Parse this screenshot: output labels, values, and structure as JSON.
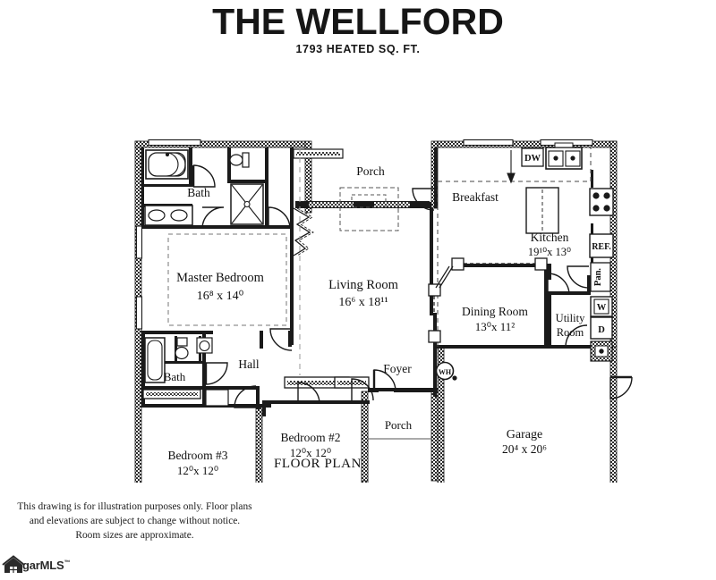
{
  "header": {
    "title": "THE WELLFORD",
    "subtitle": "1793 HEATED SQ. FT."
  },
  "plan": {
    "caption": "FLOOR PLAN",
    "rooms": [
      {
        "id": "bath-master",
        "name": "Bath",
        "dims": ""
      },
      {
        "id": "master-bedroom",
        "name": "Master Bedroom",
        "dims": "168 x 140",
        "dim_a_whole": "16",
        "dim_a_sup": "8",
        "dim_b_whole": "14",
        "dim_b_sup": "0"
      },
      {
        "id": "porch-rear",
        "name": "Porch",
        "dims": ""
      },
      {
        "id": "breakfast",
        "name": "Breakfast",
        "dims": ""
      },
      {
        "id": "kitchen",
        "name": "Kitchen",
        "dims": "1910 x 130",
        "dim_a_whole": "19",
        "dim_a_sup": "10",
        "dim_b_whole": "13",
        "dim_b_sup": "0"
      },
      {
        "id": "living-room",
        "name": "Living Room",
        "dims": "166 x 1811",
        "dim_a_whole": "16",
        "dim_a_sup": "6",
        "dim_b_whole": "18",
        "dim_b_sup": "11"
      },
      {
        "id": "dining-room",
        "name": "Dining Room",
        "dims": "130 x 112",
        "dim_a_whole": "13",
        "dim_a_sup": "0",
        "dim_b_whole": "11",
        "dim_b_sup": "2"
      },
      {
        "id": "utility-room",
        "name": "Utility Room",
        "dims": ""
      },
      {
        "id": "bath-hall",
        "name": "Bath",
        "dims": ""
      },
      {
        "id": "hall",
        "name": "Hall",
        "dims": ""
      },
      {
        "id": "foyer",
        "name": "Foyer",
        "dims": ""
      },
      {
        "id": "porch-front",
        "name": "Porch",
        "dims": ""
      },
      {
        "id": "bedroom-3",
        "name": "Bedroom #3",
        "dims": "120 x 120",
        "dim_a_whole": "12",
        "dim_a_sup": "0",
        "dim_b_whole": "12",
        "dim_b_sup": "0"
      },
      {
        "id": "bedroom-2",
        "name": "Bedroom #2",
        "dims": "120 x 120",
        "dim_a_whole": "12",
        "dim_a_sup": "0",
        "dim_b_whole": "12",
        "dim_b_sup": "0"
      },
      {
        "id": "garage",
        "name": "Garage",
        "dims": "204 x 206",
        "dim_a_whole": "20",
        "dim_a_sup": "4",
        "dim_b_whole": "20",
        "dim_b_sup": "6"
      }
    ],
    "labels": {
      "bath_master": "Bath",
      "master_bedroom": "Master Bedroom",
      "porch_rear": "Porch",
      "breakfast": "Breakfast",
      "kitchen": "Kitchen",
      "living_room": "Living Room",
      "dining_room": "Dining Room",
      "utility_room_line1": "Utility",
      "utility_room_line2": "Room",
      "bath_hall": "Bath",
      "hall": "Hall",
      "foyer": "Foyer",
      "porch_front": "Porch",
      "bedroom_3": "Bedroom #3",
      "bedroom_2": "Bedroom #2",
      "garage": "Garage"
    },
    "dimension_text": {
      "master_bedroom": "16⁸ x 14⁰",
      "kitchen": "19¹⁰x 13⁰",
      "living_room": "16⁶ x 18¹¹",
      "dining_room": "13⁰x 11²",
      "bedroom_3": "12⁰x 12⁰",
      "bedroom_2": "12⁰x 12⁰",
      "garage": "20⁴ x 20⁶"
    },
    "appliances": [
      {
        "id": "dishwasher",
        "label": "DW"
      },
      {
        "id": "refrigerator",
        "label": "REF."
      },
      {
        "id": "pantry",
        "label": "Pan."
      },
      {
        "id": "washer",
        "label": "W"
      },
      {
        "id": "dryer",
        "label": "D"
      },
      {
        "id": "water-heater",
        "label": "WH"
      }
    ],
    "appliance_labels": {
      "dishwasher": "DW",
      "refrigerator": "REF.",
      "pantry": "Pan.",
      "washer": "W",
      "dryer": "D",
      "water_heater": "WH"
    }
  },
  "footer": {
    "disclaimer": "This drawing is for illustration purposes only. Floor plans and elevations are subject to change without notice. Room sizes are approximate.",
    "logo_text": "garMLS",
    "logo_tm": "™"
  },
  "colors": {
    "ink": "#111111",
    "wall": "#1a1a1a",
    "hatch": "#2b2b2b",
    "paper": "#ffffff"
  }
}
